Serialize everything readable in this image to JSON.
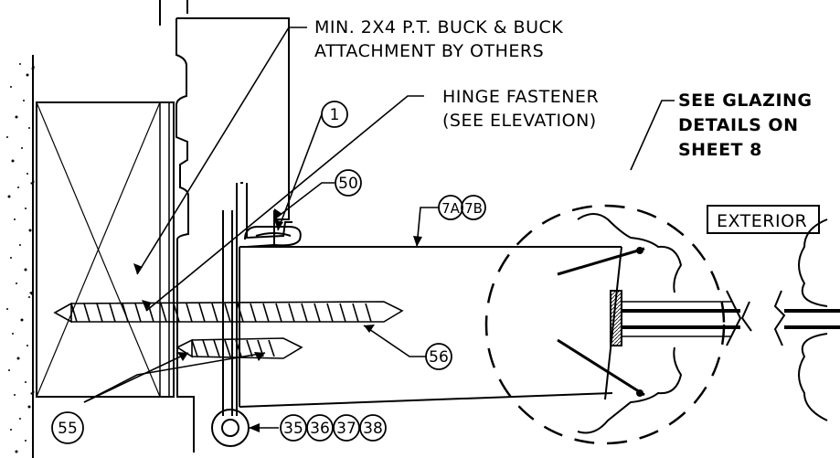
{
  "notes": {
    "buck_line1": "MIN. 2X4 P.T. BUCK & BUCK",
    "buck_line2": "ATTACHMENT BY OTHERS",
    "hinge_line1": "HINGE FASTENER",
    "hinge_line2": "(SEE ELEVATION)",
    "glazing_line1": "SEE GLAZING",
    "glazing_line2": "DETAILS ON",
    "glazing_line3": "SHEET 8",
    "exterior": "EXTERIOR"
  },
  "callouts": {
    "c1": "1",
    "c50": "50",
    "c7a": "7A",
    "c7b": "7B",
    "c56": "56",
    "c55": "55",
    "c35": "35",
    "c36": "36",
    "c37": "37",
    "c38": "38"
  }
}
